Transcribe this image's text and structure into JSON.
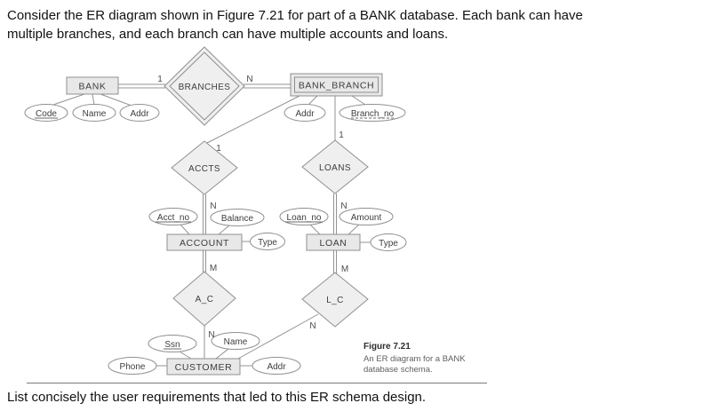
{
  "prompt": {
    "line1": "Consider the ER diagram shown in Figure 7.21 for part of a BANK database. Each bank can have",
    "line2": "multiple branches, and each branch can have multiple accounts and loans."
  },
  "footer": {
    "text": "List concisely the user requirements that led to this ER schema design."
  },
  "caption": {
    "title": "Figure 7.21",
    "line1": "An ER diagram for a BANK",
    "line2": "database schema."
  },
  "er": {
    "entities": [
      {
        "id": "bank",
        "label": "BANK",
        "weak": false
      },
      {
        "id": "bank_branch",
        "label": "BANK_BRANCH",
        "weak": true
      },
      {
        "id": "account",
        "label": "ACCOUNT",
        "weak": false
      },
      {
        "id": "loan",
        "label": "LOAN",
        "weak": false
      },
      {
        "id": "customer",
        "label": "CUSTOMER",
        "weak": false
      }
    ],
    "relationships": [
      {
        "id": "branches",
        "label": "BRANCHES",
        "identifying": true
      },
      {
        "id": "accts",
        "label": "ACCTS",
        "identifying": false
      },
      {
        "id": "loans",
        "label": "LOANS",
        "identifying": false
      },
      {
        "id": "a_c",
        "label": "A_C",
        "identifying": false
      },
      {
        "id": "l_c",
        "label": "L_C",
        "identifying": false
      }
    ],
    "attributes": [
      {
        "id": "code",
        "label": "Code",
        "key": "primary"
      },
      {
        "id": "bank_name",
        "label": "Name",
        "key": "none"
      },
      {
        "id": "bank_addr",
        "label": "Addr",
        "key": "none"
      },
      {
        "id": "bb_addr",
        "label": "Addr",
        "key": "none"
      },
      {
        "id": "branch_no",
        "label": "Branch_no",
        "key": "partial"
      },
      {
        "id": "acct_no",
        "label": "Acct_no",
        "key": "primary"
      },
      {
        "id": "balance",
        "label": "Balance",
        "key": "none"
      },
      {
        "id": "account_type",
        "label": "Type",
        "key": "none"
      },
      {
        "id": "loan_no",
        "label": "Loan_no",
        "key": "primary"
      },
      {
        "id": "amount",
        "label": "Amount",
        "key": "none"
      },
      {
        "id": "loan_type",
        "label": "Type",
        "key": "none"
      },
      {
        "id": "ssn",
        "label": "Ssn",
        "key": "primary"
      },
      {
        "id": "cust_name",
        "label": "Name",
        "key": "none"
      },
      {
        "id": "phone",
        "label": "Phone",
        "key": "none"
      },
      {
        "id": "cust_addr",
        "label": "Addr",
        "key": "none"
      }
    ],
    "cardinalities": [
      {
        "id": "bank_branches",
        "label": "1"
      },
      {
        "id": "branches_bankbranch",
        "label": "N"
      },
      {
        "id": "bankbranch_accts",
        "label": "1"
      },
      {
        "id": "bankbranch_loans",
        "label": "1"
      },
      {
        "id": "accts_account",
        "label": "N"
      },
      {
        "id": "loans_loan",
        "label": "N"
      },
      {
        "id": "account_ac",
        "label": "M"
      },
      {
        "id": "loan_lc",
        "label": "M"
      },
      {
        "id": "ac_customer",
        "label": "N"
      },
      {
        "id": "lc_customer",
        "label": "N"
      }
    ],
    "colors": {
      "entity_fill": "#e8e8e8",
      "relationship_fill": "#efefef",
      "attribute_fill": "#ffffff",
      "shape_stroke": "#8f8f8f",
      "diagram_text": "#3d3d3d",
      "body_text": "#111111",
      "caption_text": "#606060"
    }
  }
}
